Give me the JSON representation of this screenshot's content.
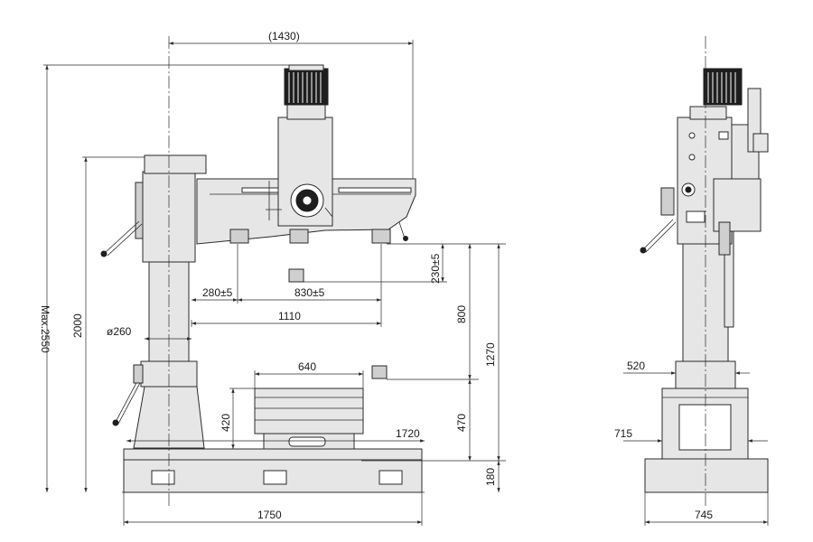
{
  "dimensions": {
    "arm_span": "(1430)",
    "max_height": "Max.2550",
    "height_2000": "2000",
    "height_1270": "1270",
    "stroke_800": "800",
    "d_470": "470",
    "d_180": "180",
    "d_420": "420",
    "d_230": "230±5",
    "d_280": "280±5",
    "d_830": "830±5",
    "d_1110": "1110",
    "column_dia": "ø260",
    "d_640": "640",
    "d_1720": "1720",
    "base_width": "1750",
    "d_520": "520",
    "d_715": "715",
    "d_745": "745"
  }
}
